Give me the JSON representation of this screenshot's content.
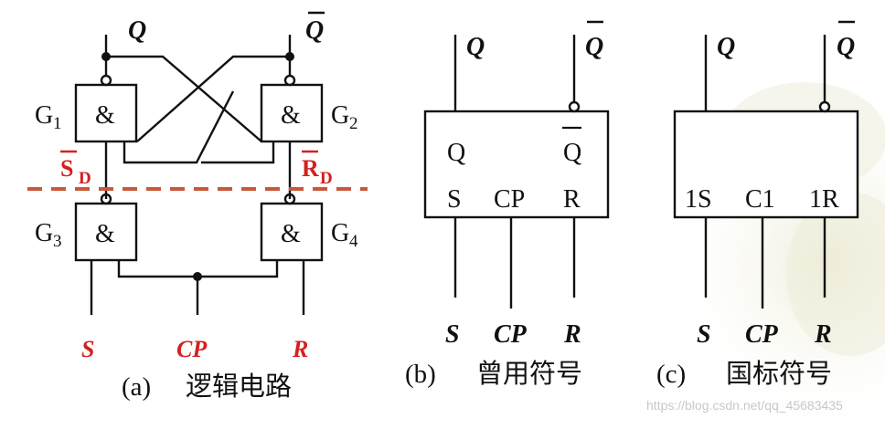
{
  "colors": {
    "ink": "#111111",
    "accent_red": "#d42020",
    "dashed_line": "#c8583a",
    "background_tint": "#ece9d2"
  },
  "logic": {
    "gate_labels": [
      "G",
      "G",
      "G",
      "G"
    ],
    "gate_subscripts": [
      "1",
      "2",
      "3",
      "4"
    ],
    "and_symbol": "&",
    "outputs": [
      "Q",
      "Q"
    ],
    "sd_label": "S",
    "sd_sub": "D",
    "rd_label": "R",
    "rd_sub": "D",
    "inputs": [
      "S",
      "CP",
      "R"
    ],
    "caption_letter": "(a)",
    "caption_text": "逻辑电路"
  },
  "common": {
    "outputs": [
      "Q",
      "Q"
    ],
    "inner_top": [
      "Q",
      "Q"
    ],
    "inner_bottom": [
      "S",
      "CP",
      "R"
    ],
    "inputs": [
      "S",
      "CP",
      "R"
    ],
    "caption_letter": "(b)",
    "caption_text": "曾用符号"
  },
  "national": {
    "outputs": [
      "Q",
      "Q"
    ],
    "inner_bottom": [
      "1S",
      "C1",
      "1R"
    ],
    "inputs": [
      "S",
      "CP",
      "R"
    ],
    "caption_letter": "(c)",
    "caption_text": "国标符号"
  },
  "watermark": "https://blog.csdn.net/qq_45683435"
}
